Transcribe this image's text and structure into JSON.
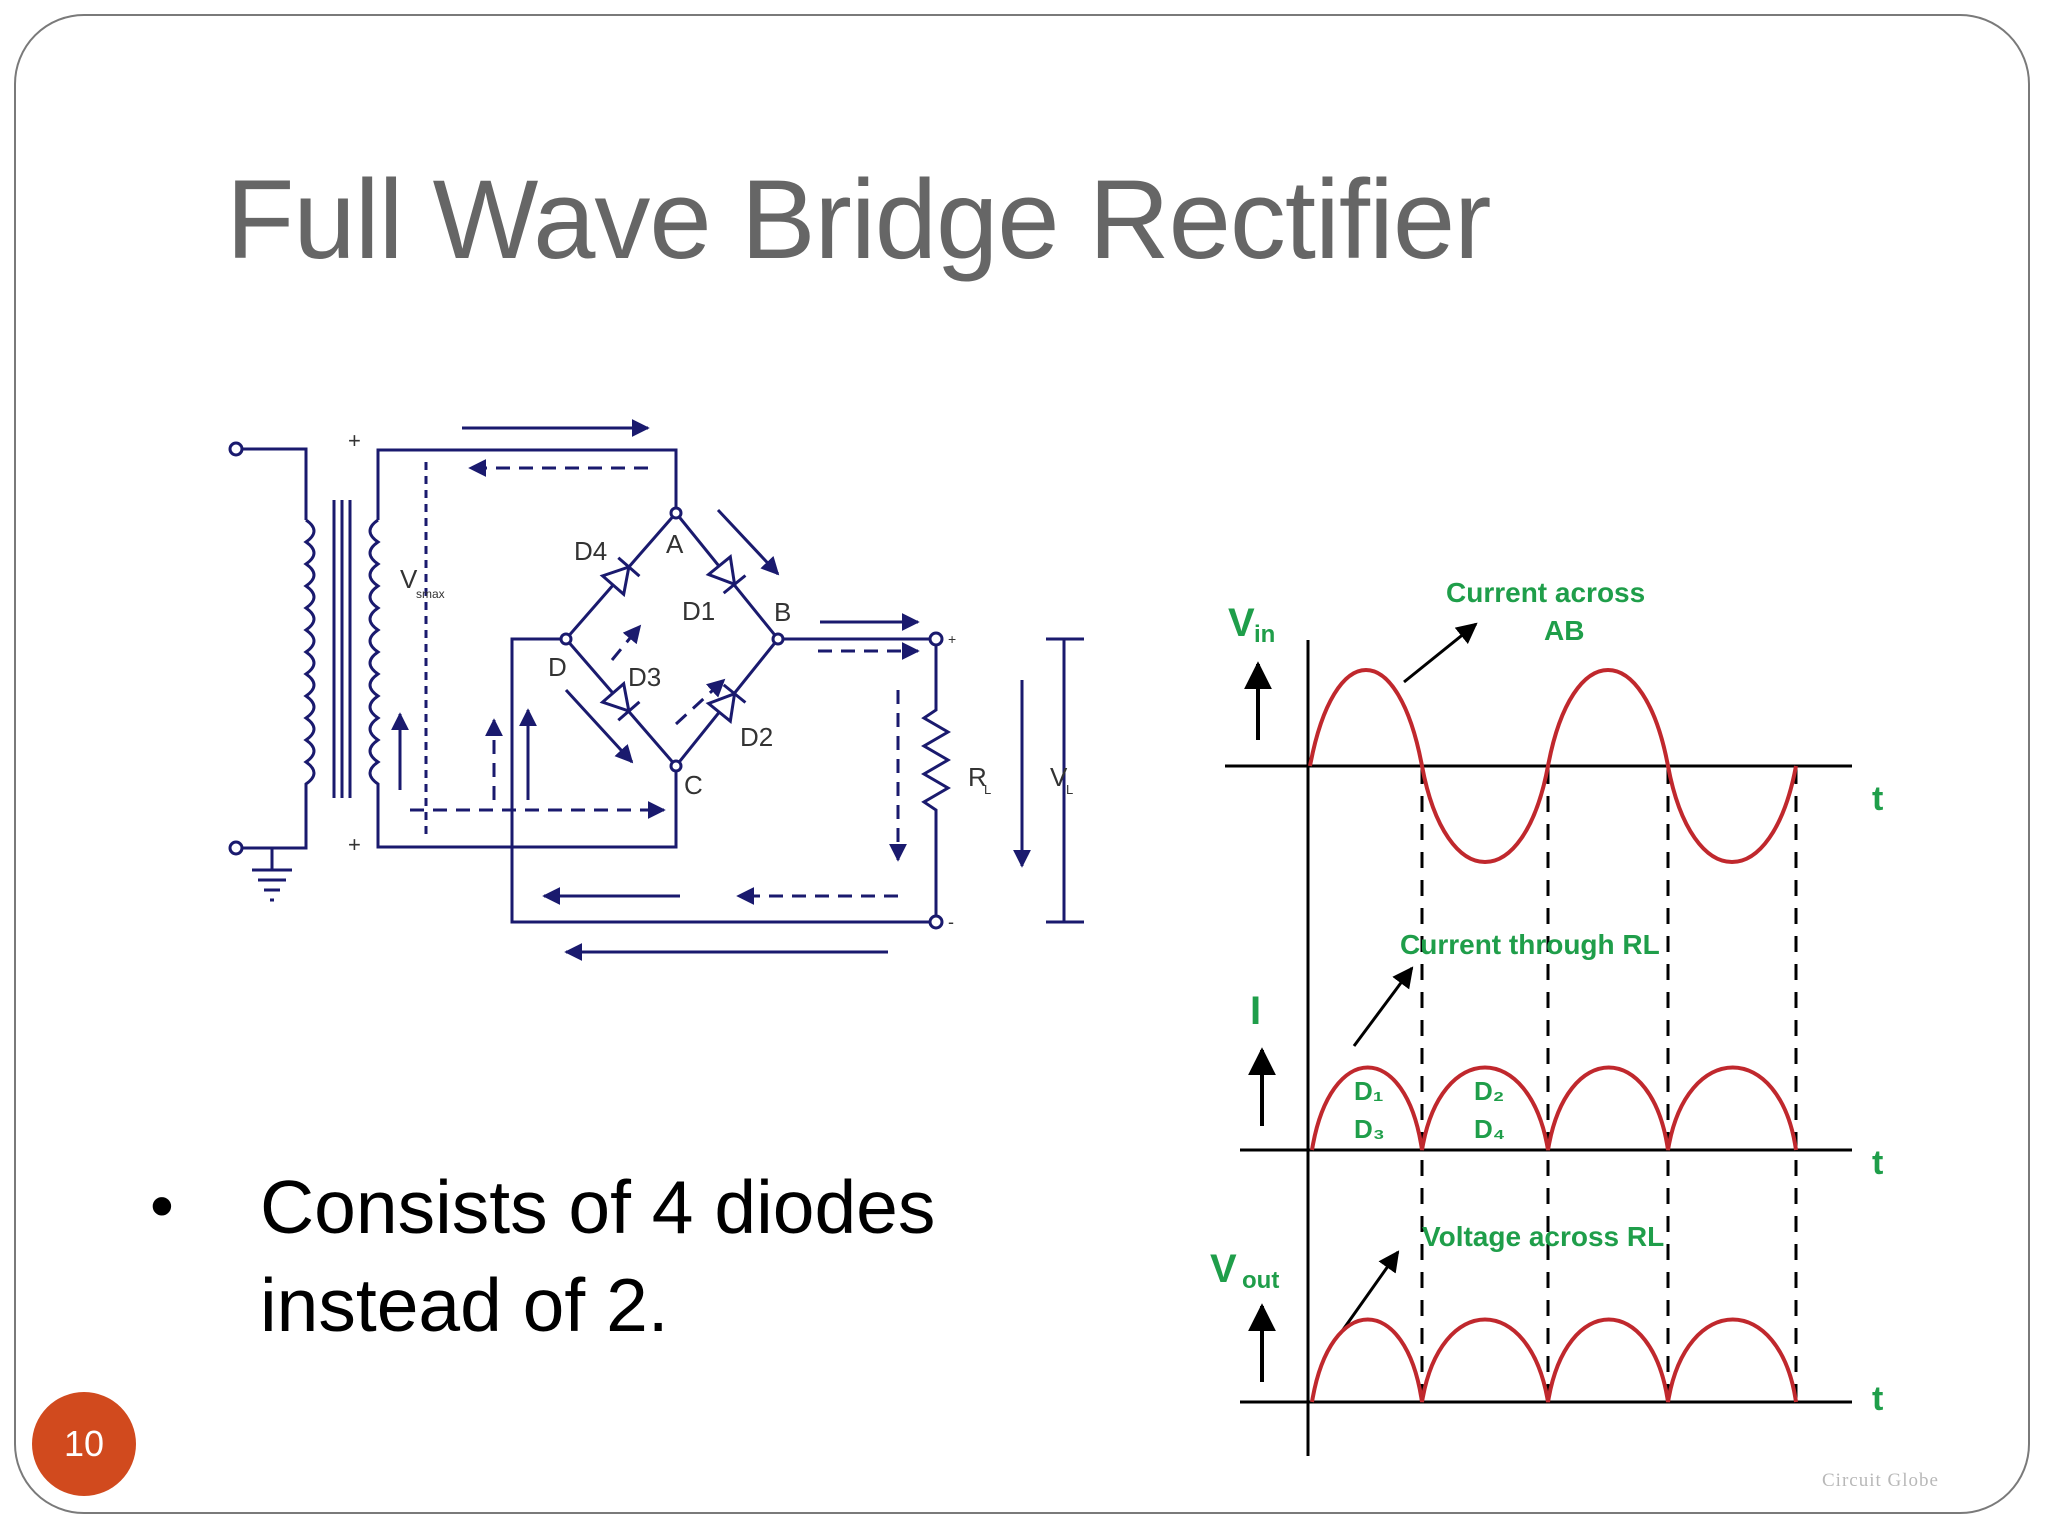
{
  "slide": {
    "title": "Full Wave Bridge Rectifier",
    "page_number": "10",
    "bullet": "Consists of 4 diodes instead of 2.",
    "bullet_marker": "•"
  },
  "circuit": {
    "transformer_primary_polarity": "",
    "secondary_top_sign": "+",
    "secondary_bottom_sign": "+",
    "vsmax_main": "V",
    "vsmax_sub": "smax",
    "node_a": "A",
    "node_b": "B",
    "node_c": "C",
    "node_d": "D",
    "diode_1": "D1",
    "diode_2": "D2",
    "diode_3": "D3",
    "diode_4": "D4",
    "load_resistor_main": "R",
    "load_resistor_sub": "L",
    "load_voltage_main": "V",
    "load_voltage_sub": "L",
    "output_plus": "+",
    "output_minus": "-"
  },
  "waveforms": {
    "vin_main": "V",
    "vin_sub": "in",
    "current_label": "I",
    "vout_main": "V",
    "vout_sub": "out",
    "time_label": "t",
    "annotation_vin_line1": "Current across",
    "annotation_vin_line2": "AB",
    "annotation_current": "Current through RL",
    "annotation_vout": "Voltage across RL",
    "hump1_line1": "D₁",
    "hump1_line2": "D₃",
    "hump2_line1": "D₂",
    "hump2_line2": "D₄",
    "watermark": "Circuit Globe"
  },
  "colors": {
    "title": "#666666",
    "wave": "#c0282d",
    "annotation": "#1f9e4a",
    "circuit": "#1a1a6e",
    "badge": "#d14a1e"
  }
}
